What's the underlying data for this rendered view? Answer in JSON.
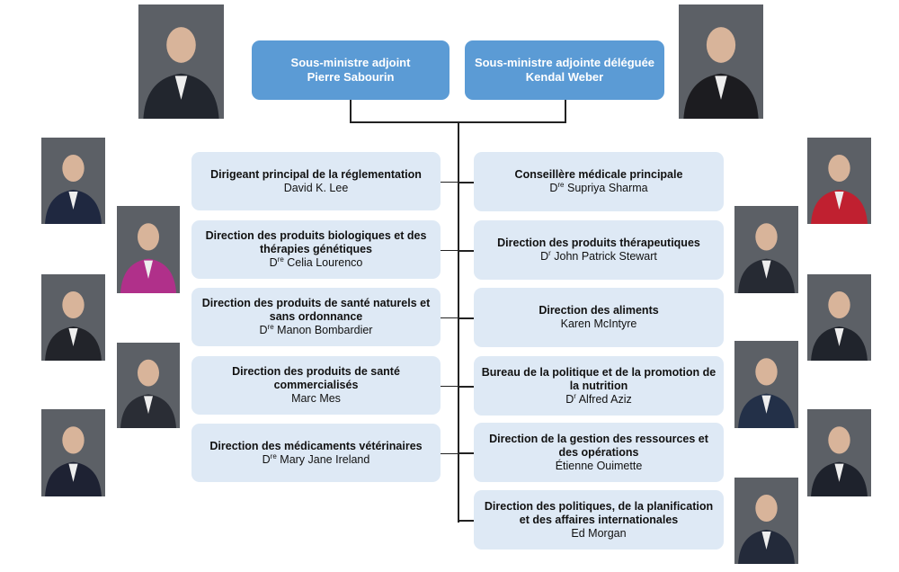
{
  "top": [
    {
      "title": "Sous-ministre adjoint",
      "name": "Pierre Sabourin"
    },
    {
      "title": "Sous-ministre adjointe déléguée",
      "name": "Kendal Weber"
    }
  ],
  "left": [
    {
      "title": "Dirigeant principal de la réglementation",
      "hon": "",
      "name": "David K. Lee"
    },
    {
      "title": "Direction des produits biologiques et des thérapies génétiques",
      "hon": "re",
      "name": "Celia Lourenco"
    },
    {
      "title": "Direction des produits de santé naturels et sans ordonnance",
      "hon": "re",
      "name": "Manon Bombardier"
    },
    {
      "title": "Direction des produits de santé commercialisés",
      "hon": "",
      "name": "Marc Mes"
    },
    {
      "title": "Direction des médicaments vétérinaires",
      "hon": "re",
      "name": "Mary Jane Ireland"
    }
  ],
  "right": [
    {
      "title": "Conseillère médicale principale",
      "hon": "re",
      "name": "Supriya Sharma"
    },
    {
      "title": "Direction des produits thérapeutiques",
      "hon": "r",
      "name": "John Patrick Stewart"
    },
    {
      "title": "Direction des aliments",
      "hon": "",
      "name": "Karen McIntyre"
    },
    {
      "title": "Bureau de la politique et de la promotion de la nutrition",
      "hon": "r",
      "name": "Alfred Aziz"
    },
    {
      "title": "Direction de la gestion des ressources et des opérations",
      "hon": "",
      "name": "Étienne Ouimette"
    },
    {
      "title": "Direction des politiques, de la planification et des affaires internationales",
      "hon": "",
      "name": "Ed Morgan"
    }
  ],
  "colors": {
    "top_box": "#5b9bd5",
    "sub_box": "#dee9f5",
    "line": "#222222"
  }
}
